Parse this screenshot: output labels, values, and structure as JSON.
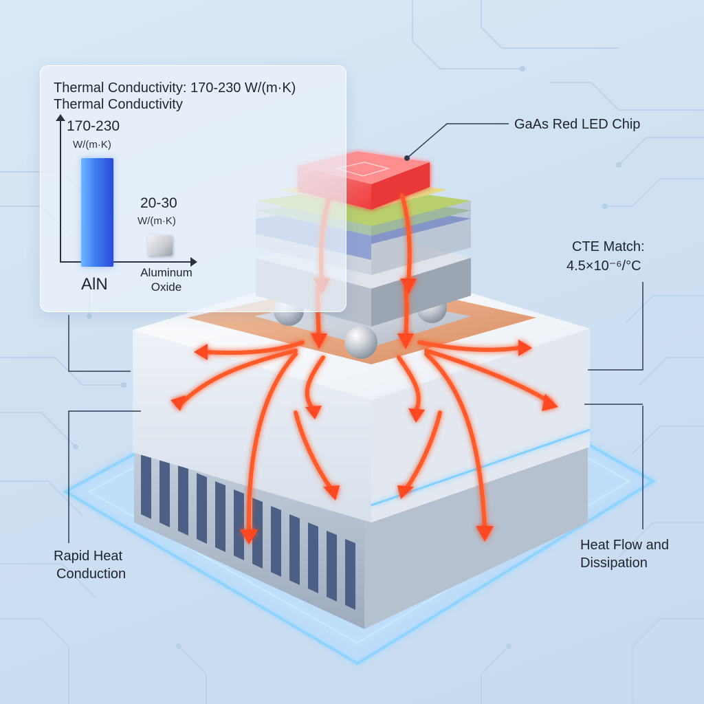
{
  "panel": {
    "title_line1": "Thermal Conductivity: 170-230 W/(m·K)",
    "title_line2": "Thermal Conductivity"
  },
  "chart_data": {
    "type": "bar",
    "categories": [
      "AlN",
      "Aluminum Oxide"
    ],
    "values": [
      200,
      25
    ],
    "value_labels": [
      "170-230",
      "20-30"
    ],
    "unit": "W/(m·K)"
  },
  "labels": {
    "chip": "GaAs Red LED Chip",
    "cte_line1": "CTE Match:",
    "cte_line2": "4.5×10⁻⁶/°C",
    "rapid_line1": "Rapid Heat",
    "rapid_line2": "Conduction",
    "heat_line1": "Heat Flow and",
    "heat_line2": "Dissipation"
  },
  "colors": {
    "arrow": "#ff5a2a",
    "aln_bar": "#3d7cf2",
    "glow": "#7fd0ff"
  }
}
